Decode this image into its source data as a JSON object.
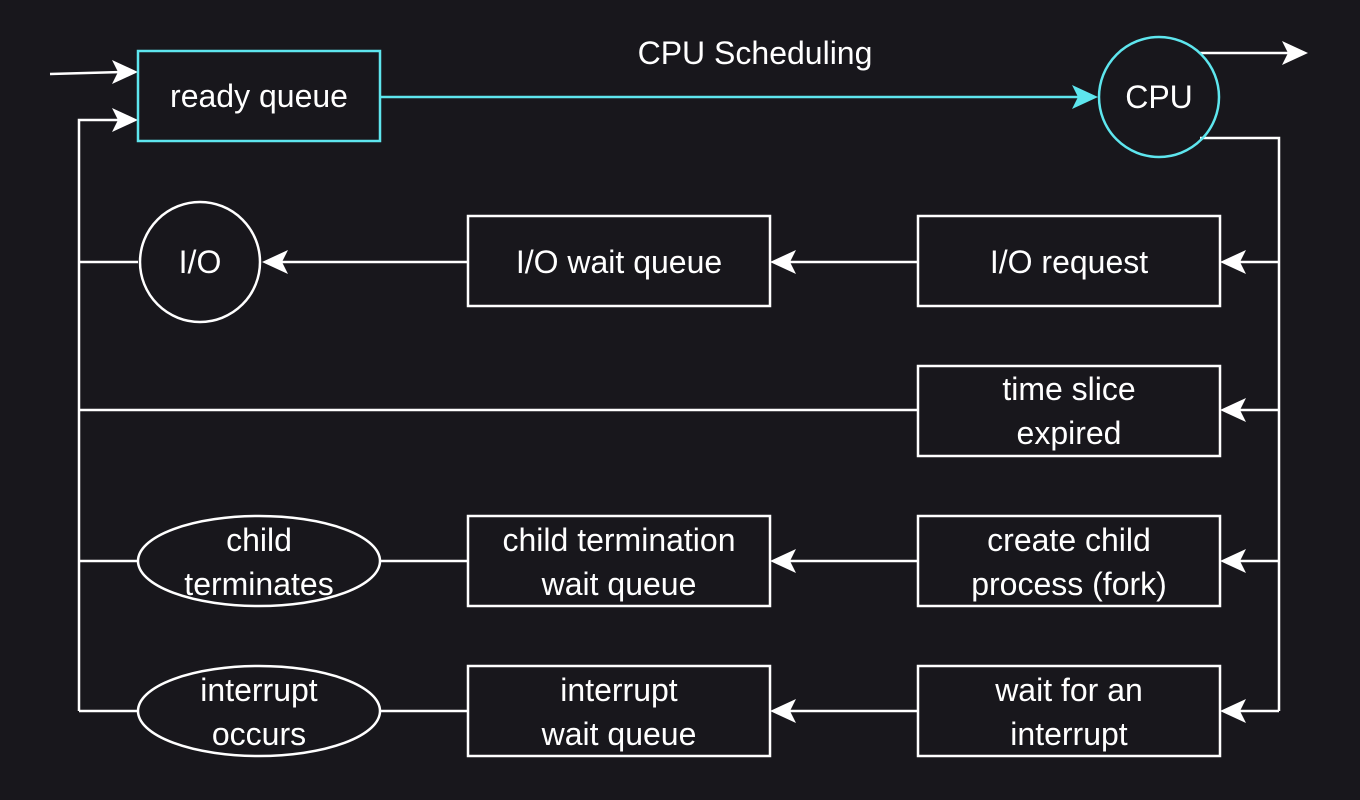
{
  "diagram": {
    "title": "CPU Scheduling",
    "accent_color": "#5ee6ee",
    "line_color": "#ffffff",
    "background_color": "#18171c",
    "nodes": {
      "ready_queue": {
        "label": "ready queue",
        "shape": "rectangle"
      },
      "cpu": {
        "label": "CPU",
        "shape": "circle"
      },
      "io_request": {
        "label": "I/O request",
        "shape": "rectangle"
      },
      "io_wait_queue": {
        "label": "I/O wait queue",
        "shape": "rectangle"
      },
      "io": {
        "label": "I/O",
        "shape": "circle"
      },
      "time_slice_expired": {
        "line1": "time slice",
        "line2": "expired",
        "shape": "rectangle"
      },
      "create_child": {
        "line1": "create child",
        "line2": "process (fork)",
        "shape": "rectangle"
      },
      "child_wait_queue": {
        "line1": "child termination",
        "line2": "wait queue",
        "shape": "rectangle"
      },
      "child_terminates": {
        "line1": "child",
        "line2": "terminates",
        "shape": "ellipse"
      },
      "wait_interrupt": {
        "line1": "wait for an",
        "line2": "interrupt",
        "shape": "rectangle"
      },
      "interrupt_wait_queue": {
        "line1": "interrupt",
        "line2": "wait queue",
        "shape": "rectangle"
      },
      "interrupt_occurs": {
        "line1": "interrupt",
        "line2": "occurs",
        "shape": "ellipse"
      }
    }
  }
}
